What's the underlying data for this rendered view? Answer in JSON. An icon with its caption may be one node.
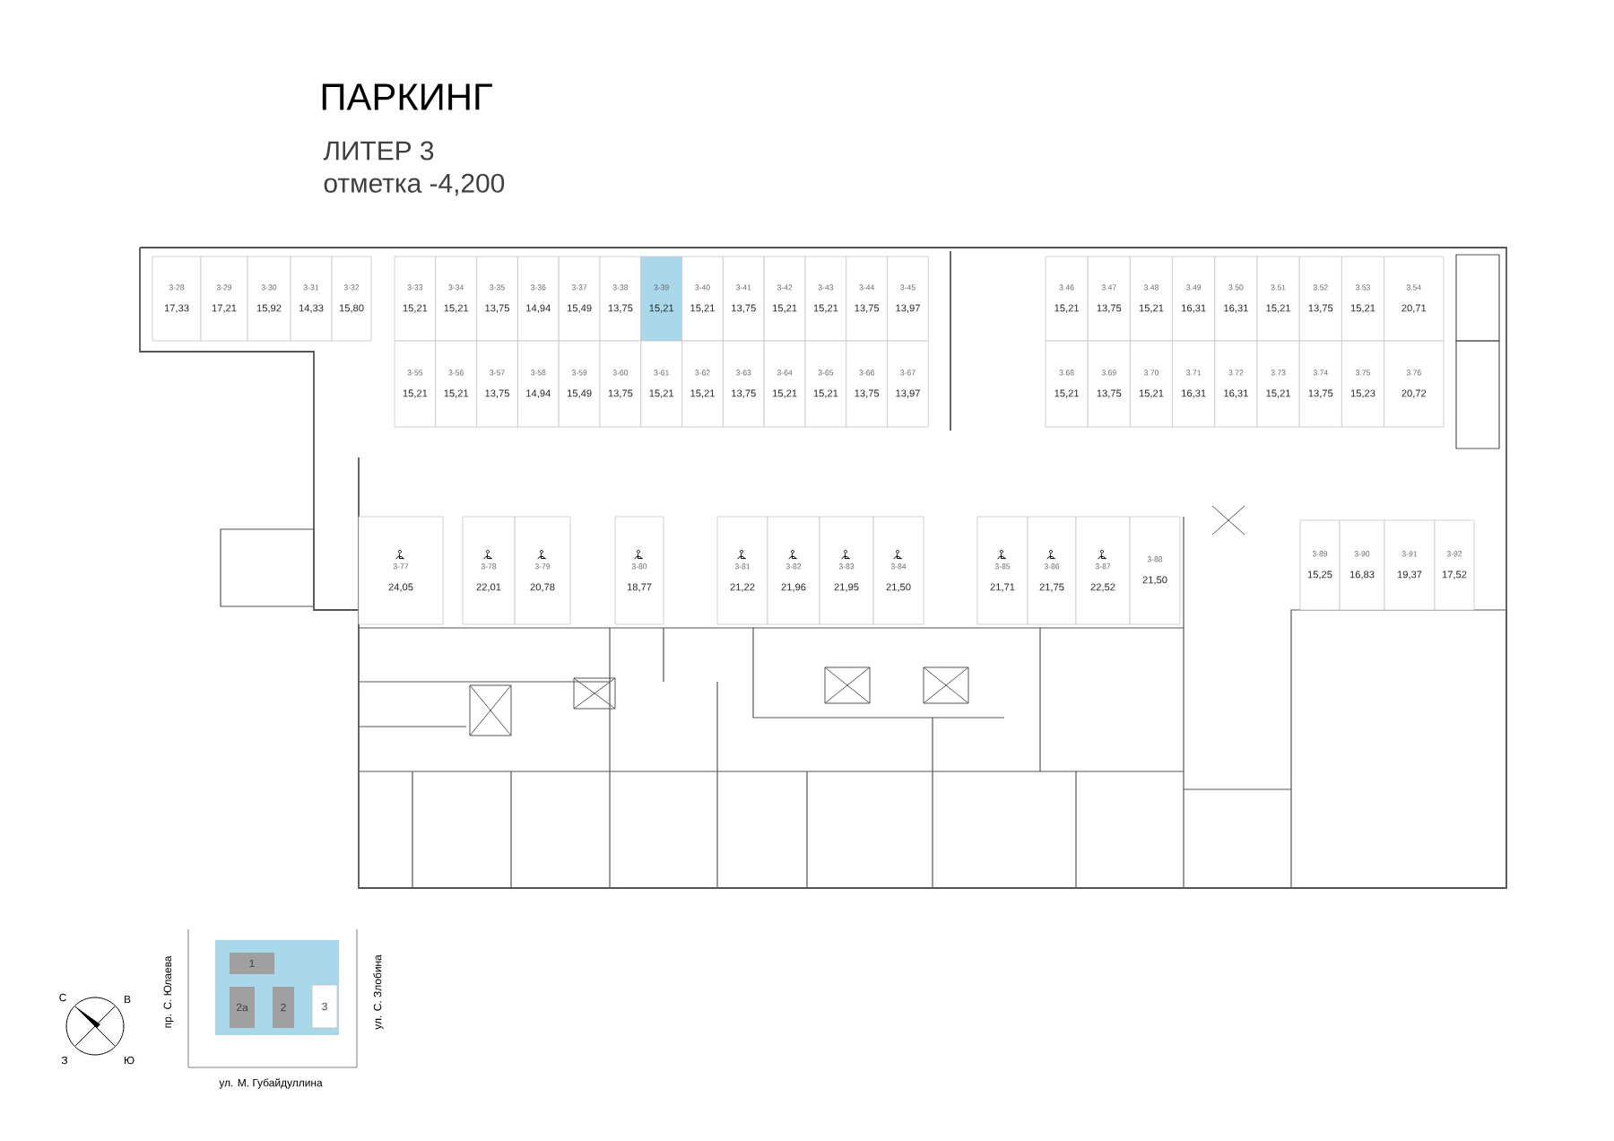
{
  "diagram": {
    "title": "ПАРКИНГ",
    "nodes": [
      {
        "text": [
          "3-28",
          "17,33"
        ]
      },
      {
        "text": [
          "3-29",
          "17,21"
        ]
      },
      {
        "text": [
          "3-30",
          "15,92"
        ]
      },
      {
        "text": [
          "3-31",
          "14,33"
        ]
      },
      {
        "text": [
          "3-32",
          "15,80"
        ]
      },
      {
        "text": [
          "3-33",
          "15,21"
        ]
      },
      {
        "text": [
          "3-34",
          "15,21"
        ]
      },
      {
        "text": [
          "3-35",
          "13,75"
        ]
      },
      {
        "text": [
          "3-36",
          "14,94"
        ]
      },
      {
        "text": [
          "3-37",
          "15,49"
        ]
      },
      {
        "text": [
          "3-38",
          "13,75"
        ]
      },
      {
        "text": [
          "3-39",
          "15,21"
        ]
      },
      {
        "text": [
          "3-40",
          "15,21"
        ]
      },
      {
        "text": [
          "3-41",
          "13,75"
        ]
      },
      {
        "text": [
          "3-42",
          "15,21"
        ]
      },
      {
        "text": [
          "3-43",
          "15,21"
        ]
      },
      {
        "text": [
          "3-44",
          "13,75"
        ]
      },
      {
        "text": [
          "3-45",
          "13,97"
        ]
      },
      {
        "text": [
          "3.46",
          "15,21"
        ]
      },
      {
        "text": [
          "3.47",
          "13,75"
        ]
      },
      {
        "text": [
          "3.48",
          "15,21"
        ]
      },
      {
        "text": [
          "3.49",
          "16,31"
        ]
      },
      {
        "text": [
          "3.50",
          "16,31"
        ]
      },
      {
        "text": [
          "3.51",
          "15,21"
        ]
      },
      {
        "text": [
          "3.52",
          "13,75"
        ]
      },
      {
        "text": [
          "3.53",
          "15,21"
        ]
      },
      {
        "text": [
          "3.54",
          "20,71"
        ]
      },
      {
        "text": [
          "3-55",
          "15,21"
        ]
      },
      {
        "text": [
          "3-56",
          "15,21"
        ]
      },
      {
        "text": [
          "3-57",
          "13,75"
        ]
      },
      {
        "text": [
          "3-58",
          "14,94"
        ]
      },
      {
        "text": [
          "3-59",
          "15,49"
        ]
      },
      {
        "text": [
          "3-60",
          "13,75"
        ]
      },
      {
        "text": [
          "3-61",
          "15,21"
        ]
      },
      {
        "text": [
          "3-62",
          "15,21"
        ]
      },
      {
        "text": [
          "3-63",
          "13,75"
        ]
      },
      {
        "text": [
          "3-64",
          "15,21"
        ]
      },
      {
        "text": [
          "3-65",
          "15,21"
        ]
      },
      {
        "text": [
          "3-66",
          "13,75"
        ]
      },
      {
        "text": [
          "3-67",
          "13,97"
        ]
      },
      {
        "text": [
          "3.68",
          "15,21"
        ]
      },
      {
        "text": [
          "3.69",
          "13,75"
        ]
      },
      {
        "text": [
          "3.70",
          "15,21"
        ]
      },
      {
        "text": [
          "3.71",
          "16,31"
        ]
      },
      {
        "text": [
          "3.72",
          "16,31"
        ]
      },
      {
        "text": [
          "3.73",
          "15,21"
        ]
      },
      {
        "text": [
          "3.74",
          "13,75"
        ]
      },
      {
        "text": [
          "3.75",
          "15,23"
        ]
      },
      {
        "text": [
          "3.76",
          "20,72"
        ]
      },
      {
        "text": [
          "3-77",
          "24,05"
        ]
      },
      {
        "text": [
          "3-78",
          "22,01"
        ]
      },
      {
        "text": [
          "3-79",
          "20,78"
        ]
      },
      {
        "text": [
          "3-80",
          "18,77"
        ]
      },
      {
        "text": [
          "3-81",
          "21,22"
        ]
      },
      {
        "text": [
          "3-82",
          "21,96"
        ]
      },
      {
        "text": [
          "3-83",
          "21,95"
        ]
      },
      {
        "text": [
          "3-84",
          "21,50"
        ]
      },
      {
        "text": [
          "3-85",
          "21,71"
        ]
      },
      {
        "text": [
          "3-86",
          "21,75"
        ]
      },
      {
        "text": [
          "3-87",
          "22,52"
        ]
      },
      {
        "text": [
          "3-88",
          "21,50"
        ]
      },
      {
        "text": [
          "3-89",
          "15,25"
        ]
      },
      {
        "text": [
          "3-90",
          "16,83"
        ]
      },
      {
        "text": [
          "3-91",
          "19,37"
        ]
      },
      {
        "text": [
          "3-92",
          "17,52"
        ]
      },
      {
        "text": [],
        "shape": "box"
      },
      {
        "text": [
          "1"
        ],
        "in": 65
      },
      {
        "text": [
          "2а"
        ],
        "in": 65
      },
      {
        "text": [
          "2"
        ],
        "in": 65
      },
      {
        "text": [
          "3"
        ],
        "in": 65
      }
    ],
    "labels": [
      "ЛИТЕР 3",
      "отметка -4,200",
      "С",
      "В",
      "З",
      "Ю",
      "пр. С. Юлаева",
      "ул. С. Злобина",
      "ул. М. Губайдуллина"
    ]
  }
}
